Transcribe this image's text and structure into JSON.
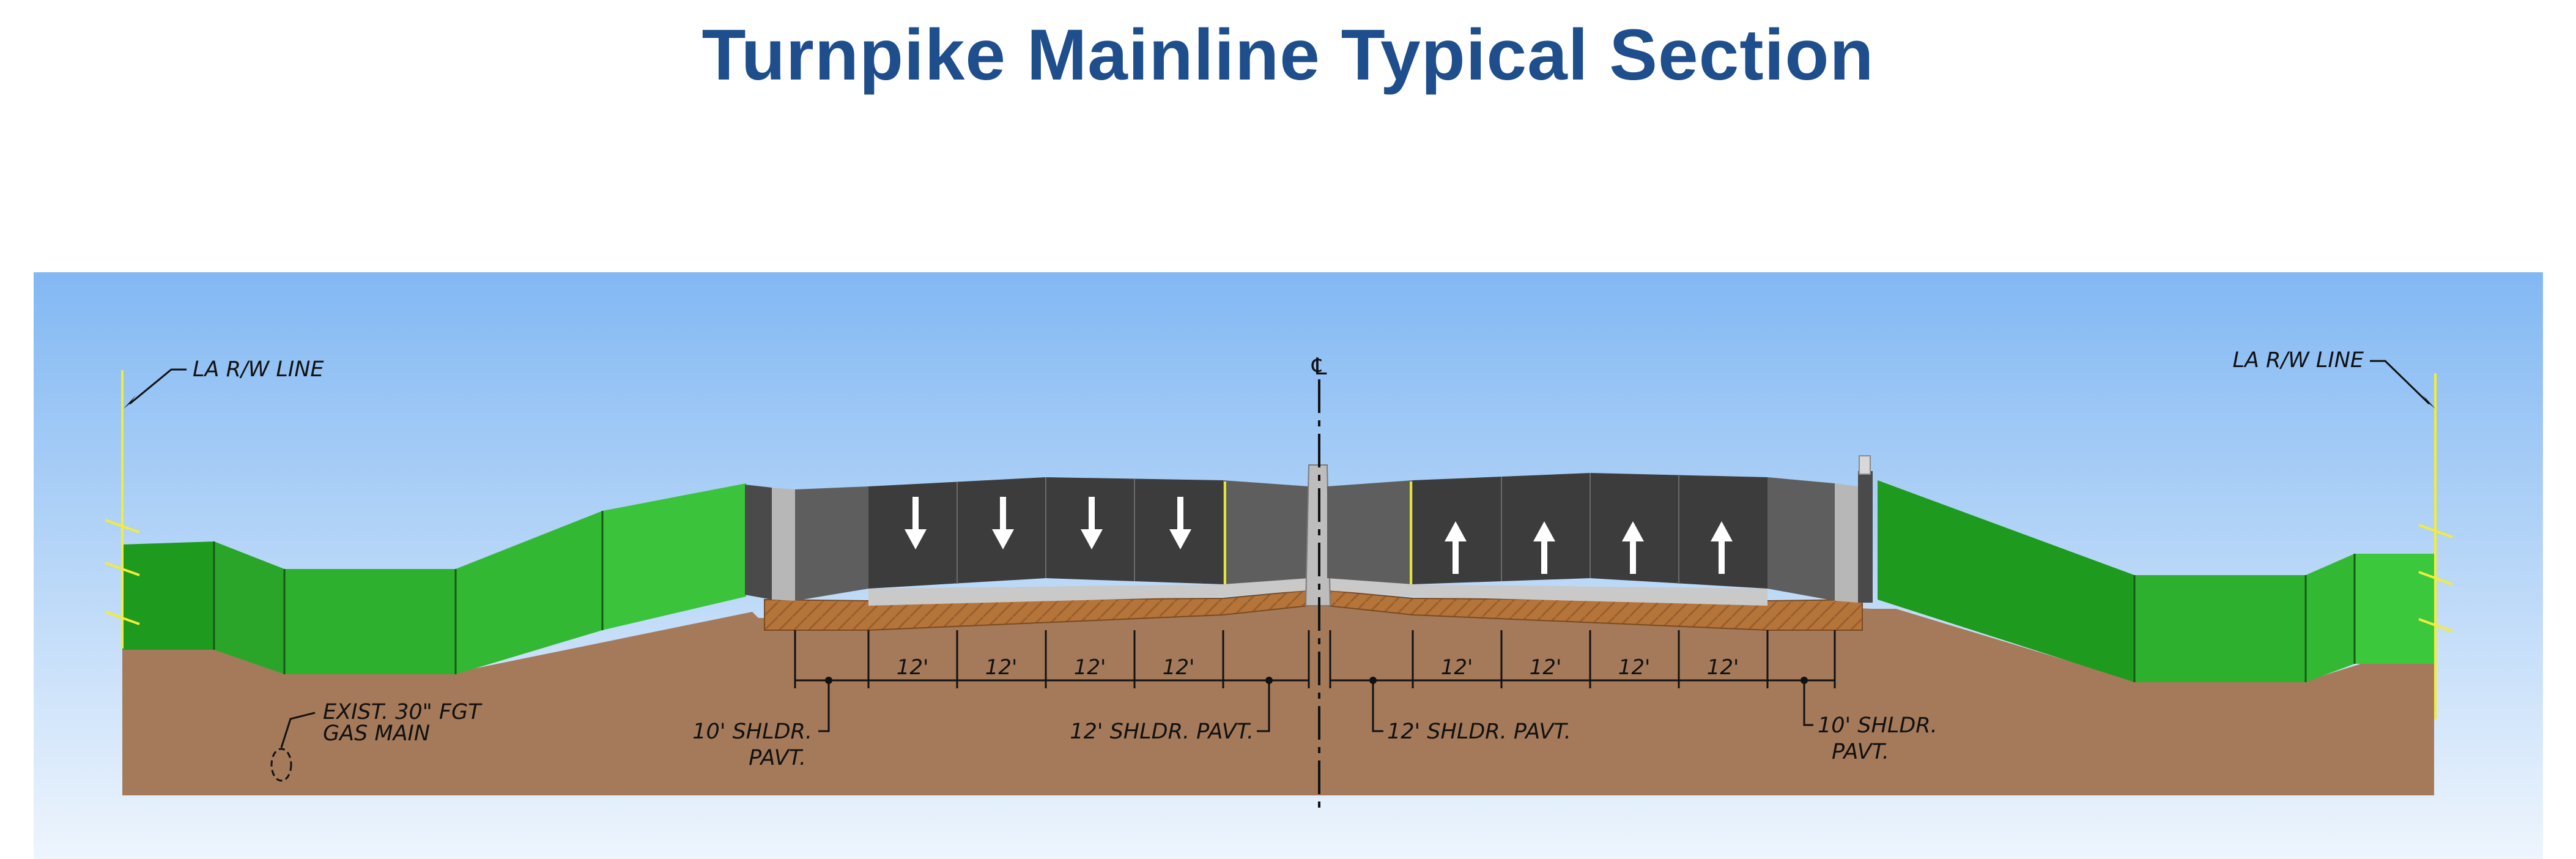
{
  "title": "Turnpike Mainline Typical Section",
  "labels": {
    "rw_left": "LA R/W LINE",
    "rw_right": "LA R/W LINE",
    "centerline": "℄",
    "gas_main_line1": "EXIST. 30\" FGT",
    "gas_main_line2": "GAS MAIN",
    "left_outer_shoulder_line1": "10' SHLDR.",
    "left_outer_shoulder_line2": "PAVT.",
    "left_inner_shoulder": "12' SHLDR. PAVT.",
    "right_inner_shoulder": "12' SHLDR. PAVT.",
    "right_outer_shoulder_line1": "10' SHLDR.",
    "right_outer_shoulder_line2": "PAVT."
  },
  "lane_dimensions": {
    "left": [
      "12'",
      "12'",
      "12'",
      "12'"
    ],
    "right": [
      "12'",
      "12'",
      "12'",
      "12'"
    ]
  },
  "traffic_directions": {
    "left_lanes": "down",
    "right_lanes": "up"
  },
  "colors": {
    "title": "#1f4e8c",
    "sky_top": "#82b8f3",
    "sky_bottom": "#eef5fd",
    "embankment": "#2bb52b",
    "soil": "#a57a5a",
    "pavement": "#3c3c3c",
    "shoulder": "#5e5e5e",
    "base_course": "#b5743a",
    "rw_line": "#f2ec3a"
  }
}
